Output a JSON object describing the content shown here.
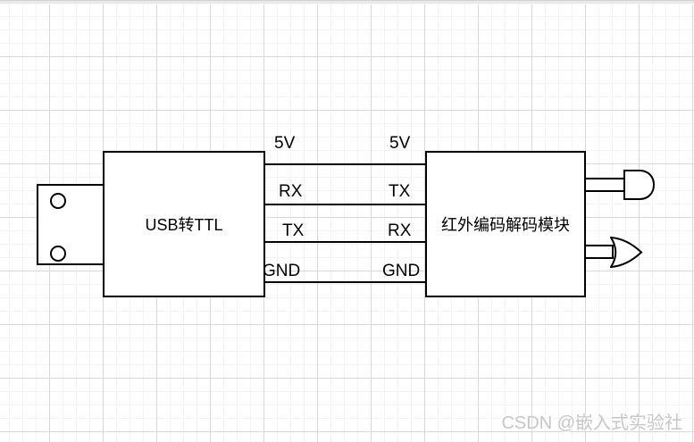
{
  "diagram": {
    "left_module": {
      "label": "USB转TTL"
    },
    "right_module": {
      "label": "红外编码解码模块"
    },
    "wires": [
      {
        "left_label": "5V",
        "right_label": "5V"
      },
      {
        "left_label": "RX",
        "right_label": "TX"
      },
      {
        "left_label": "TX",
        "right_label": "RX"
      },
      {
        "left_label": "GND",
        "right_label": "GND"
      }
    ],
    "icons": {
      "usb_connector": "usb-plug-icon",
      "top_output": "and-gate-icon",
      "bottom_output": "or-gate-icon"
    },
    "colors": {
      "stroke": "#000000",
      "background": "#ffffff",
      "grid_minor": "#f3f3f3",
      "grid_major": "#d8d8d8",
      "watermark": "#c6c6c6"
    },
    "watermark": "CSDN @嵌入式实验社"
  }
}
